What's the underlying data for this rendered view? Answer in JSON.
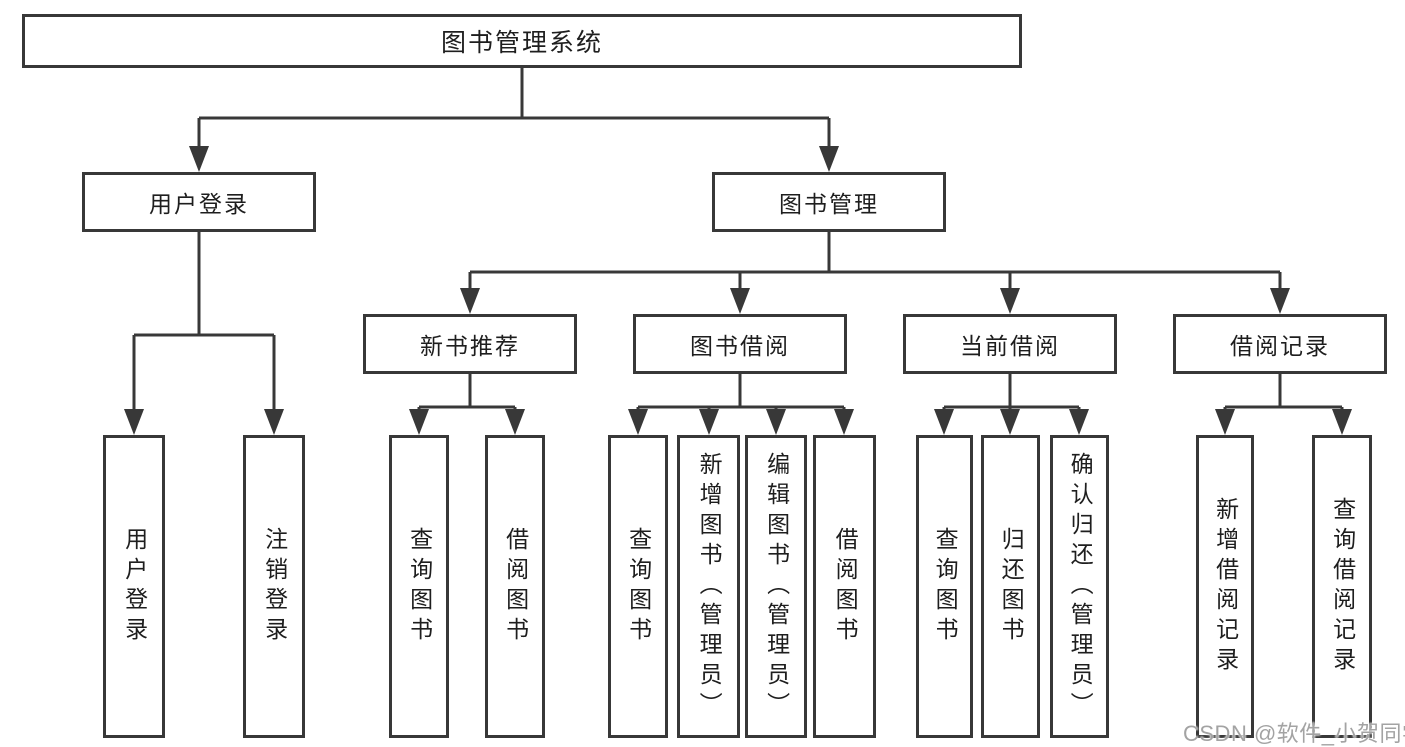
{
  "tree": {
    "root": {
      "label": "图书管理系统",
      "children": [
        {
          "label": "用户登录",
          "children": [
            {
              "label": "用户登录"
            },
            {
              "label": "注销登录"
            }
          ]
        },
        {
          "label": "图书管理",
          "children": [
            {
              "label": "新书推荐",
              "children": [
                {
                  "label": "查询图书"
                },
                {
                  "label": "借阅图书"
                }
              ]
            },
            {
              "label": "图书借阅",
              "children": [
                {
                  "label": "查询图书"
                },
                {
                  "label": "新增图书（管理员）"
                },
                {
                  "label": "编辑图书（管理员）"
                },
                {
                  "label": "借阅图书"
                }
              ]
            },
            {
              "label": "当前借阅",
              "children": [
                {
                  "label": "查询图书"
                },
                {
                  "label": "归还图书"
                },
                {
                  "label": "确认归还（管理员）"
                }
              ]
            },
            {
              "label": "借阅记录",
              "children": [
                {
                  "label": "新增借阅记录"
                },
                {
                  "label": "查询借阅记录"
                }
              ]
            }
          ]
        }
      ]
    }
  },
  "watermark": "CSDN @软件_小贺同学",
  "colors": {
    "line": "#383838",
    "text": "#1e1e1e",
    "box_background": "#ffffff",
    "watermark": "#a3a3a3",
    "background": "#ffffff"
  }
}
